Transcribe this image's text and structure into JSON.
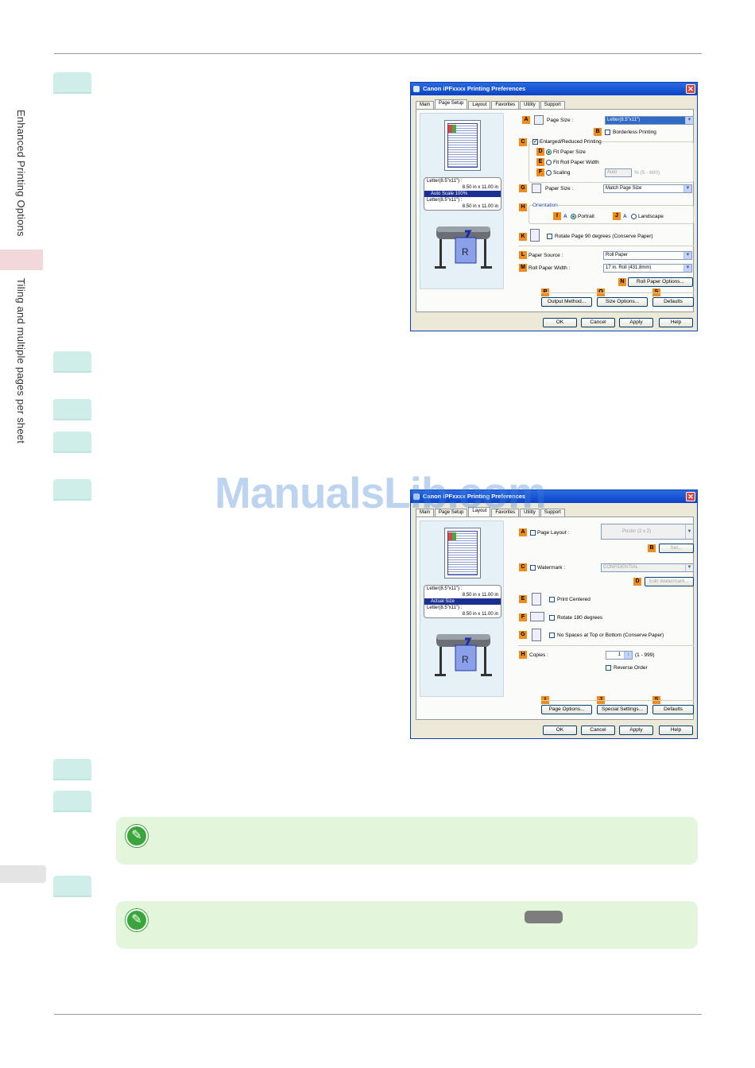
{
  "side": {
    "chapter": "Enhanced Printing Options",
    "section": "Tiling and multiple pages per sheet"
  },
  "watermark": "ManualsLib.com",
  "dialog1": {
    "title": "Canon iPFxxxx Printing Preferences",
    "tabs": [
      "Main",
      "Page Setup",
      "Layout",
      "Favorites",
      "Utility",
      "Support"
    ],
    "active_tab": "Page Setup",
    "preview": {
      "line1": "Letter(8.5\"x11\") :",
      "line2": "8.50 in x 11.00 in",
      "scale": "Auto Scale  100%",
      "line3": "Letter(8.5\"x11\") :",
      "line4": "8.50 in x 11.00 in"
    },
    "labels": {
      "A": "A",
      "B": "B",
      "C": "C",
      "D": "D",
      "E": "E",
      "F": "F",
      "G": "G",
      "H": "H",
      "I": "I",
      "J": "J",
      "K": "K",
      "L": "L",
      "M": "M",
      "N": "N",
      "P": "P",
      "O": "O",
      "S": "S"
    },
    "page_size_label": "Page Size :",
    "page_size_value": "Letter(8.5\"x11\")",
    "borderless": "Borderless Printing",
    "enlarged": "Enlarged/Reduced Printing",
    "fit_paper_size": "Fit Paper Size",
    "fit_roll_width": "Fit Roll Paper Width",
    "scaling": "Scaling",
    "scaling_value": "Auto",
    "scaling_range": "% (5 - 600)",
    "paper_size_label": "Paper Size :",
    "paper_size_value": "Match Page Size",
    "orientation": "Orientation",
    "portrait": "Portrait",
    "landscape": "Landscape",
    "rotate": "Rotate Page 90 degrees (Conserve Paper)",
    "paper_source_label": "Paper Source :",
    "paper_source_value": "Roll Paper",
    "roll_width_label": "Roll Paper Width :",
    "roll_width_value": "17 in. Roll (431.8mm)",
    "roll_options": "Roll Paper Options...",
    "output_method": "Output Method...",
    "size_options": "Size Options...",
    "defaults": "Defaults",
    "ok": "OK",
    "cancel": "Cancel",
    "apply": "Apply",
    "help": "Help"
  },
  "dialog2": {
    "title": "Canon iPFxxxx Printing Preferences",
    "tabs": [
      "Main",
      "Page Setup",
      "Layout",
      "Favorites",
      "Utility",
      "Support"
    ],
    "active_tab": "Layout",
    "preview": {
      "line1": "Letter(8.5\"x11\") :",
      "line2": "8.50 in x 11.00 in",
      "scale": "Actual Size",
      "line3": "Letter(8.5\"x11\") :",
      "line4": "8.50 in x 11.00 in"
    },
    "labels": {
      "A": "A",
      "B": "B",
      "C": "C",
      "D": "D",
      "E": "E",
      "F": "F",
      "G": "G",
      "H": "H",
      "I": "I",
      "J": "J",
      "S": "S"
    },
    "page_layout": "Page Layout :",
    "page_layout_value": "Poster (2 x 2)",
    "set": "Set...",
    "watermark": "Watermark :",
    "watermark_value": "CONFIDENTIAL",
    "edit_watermark": "Edit Watermark...",
    "print_centered": "Print Centered",
    "rotate180": "Rotate 180 degrees",
    "no_spaces": "No Spaces at Top or Bottom (Conserve Paper)",
    "copies_label": "Copies :",
    "copies_value": "1",
    "copies_range": "(1 - 999)",
    "reverse_order": "Reverse Order",
    "page_options": "Page Options...",
    "special_settings": "Special Settings...",
    "defaults": "Defaults",
    "ok": "OK",
    "cancel": "Cancel",
    "apply": "Apply",
    "help": "Help"
  }
}
